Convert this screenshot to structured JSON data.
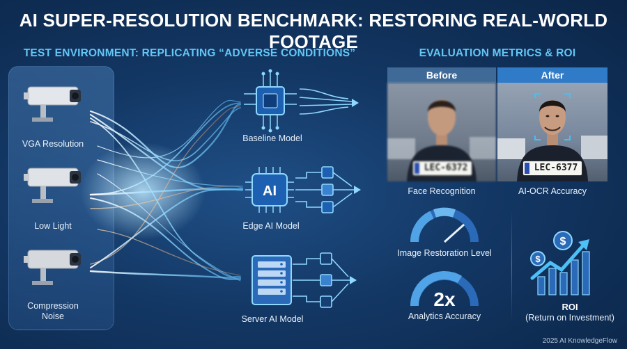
{
  "title": "AI SUPER-RESOLUTION BENCHMARK: RESTORING REAL-WORLD FOOTAGE",
  "left_section": {
    "heading": "TEST ENVIRONMENT: REPLICATING “ADVERSE CONDITIONS”",
    "conditions": [
      {
        "line1": "VGA Resolution",
        "line2": ""
      },
      {
        "line1": "Low Light",
        "line2": ""
      },
      {
        "line1": "Compression",
        "line2": "Noise"
      }
    ],
    "models": [
      "Baseline Model",
      "Edge AI Model",
      "Server AI Model"
    ],
    "edge_chip_text": "AI"
  },
  "right_section": {
    "heading": "EVALUATION METRICS & ROI",
    "before_label": "Before",
    "after_label": "After",
    "plate_before": "LEC-6372",
    "plate_after": "LEC-6377",
    "face_recognition_label": "Face Recognition",
    "ocr_label": "AI-OCR Accuracy",
    "restoration_label": "Image Restoration Level",
    "analytics_value": "2x",
    "analytics_label": "Analytics Accuracy",
    "roi_title": "ROI",
    "roi_subtitle": "(Return on Investment)"
  },
  "footer": "2025 AI KnowledgeFlow",
  "colors": {
    "accent": "#63c6f5",
    "glow": "#8fd8ff",
    "panel": "#3b6fa6",
    "chip": "#1d5fb0",
    "face_box": "#3fc3f2"
  }
}
